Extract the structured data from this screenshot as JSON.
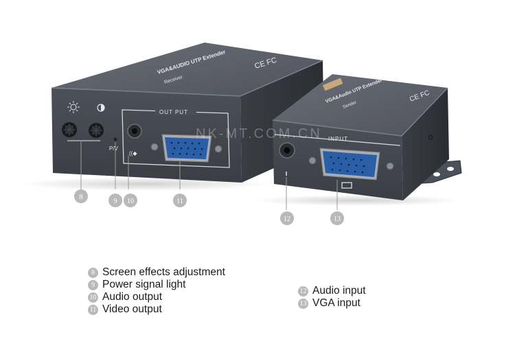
{
  "product": {
    "receiver": {
      "top_label": "VGA&AUDIO UTP Extender",
      "top_sub": "Receiver",
      "port_label": "OUT PUT",
      "led_label": "P/V"
    },
    "sender": {
      "top_label": "VGA&Audio UTP Extender",
      "top_sub": "Sender",
      "port_label": "INPUT"
    },
    "watermark": "NK-MT.COM.CN"
  },
  "callouts": [
    {
      "num": "8"
    },
    {
      "num": "9"
    },
    {
      "num": "10"
    },
    {
      "num": "11"
    },
    {
      "num": "12"
    },
    {
      "num": "13"
    }
  ],
  "legend": {
    "left": [
      {
        "num": "8",
        "label": "Screen effects adjustment"
      },
      {
        "num": "9",
        "label": "Power signal light"
      },
      {
        "num": "10",
        "label": "Audio output"
      },
      {
        "num": "11",
        "label": "Video output"
      }
    ],
    "right": [
      {
        "num": "12",
        "label": "Audio input"
      },
      {
        "num": "13",
        "label": "VGA input"
      }
    ]
  },
  "colors": {
    "body": "#4a4e57",
    "body_dark": "#34373e",
    "body_top": "#5d616b",
    "panel": "#3d4048",
    "callout": "#b9b9b9"
  }
}
